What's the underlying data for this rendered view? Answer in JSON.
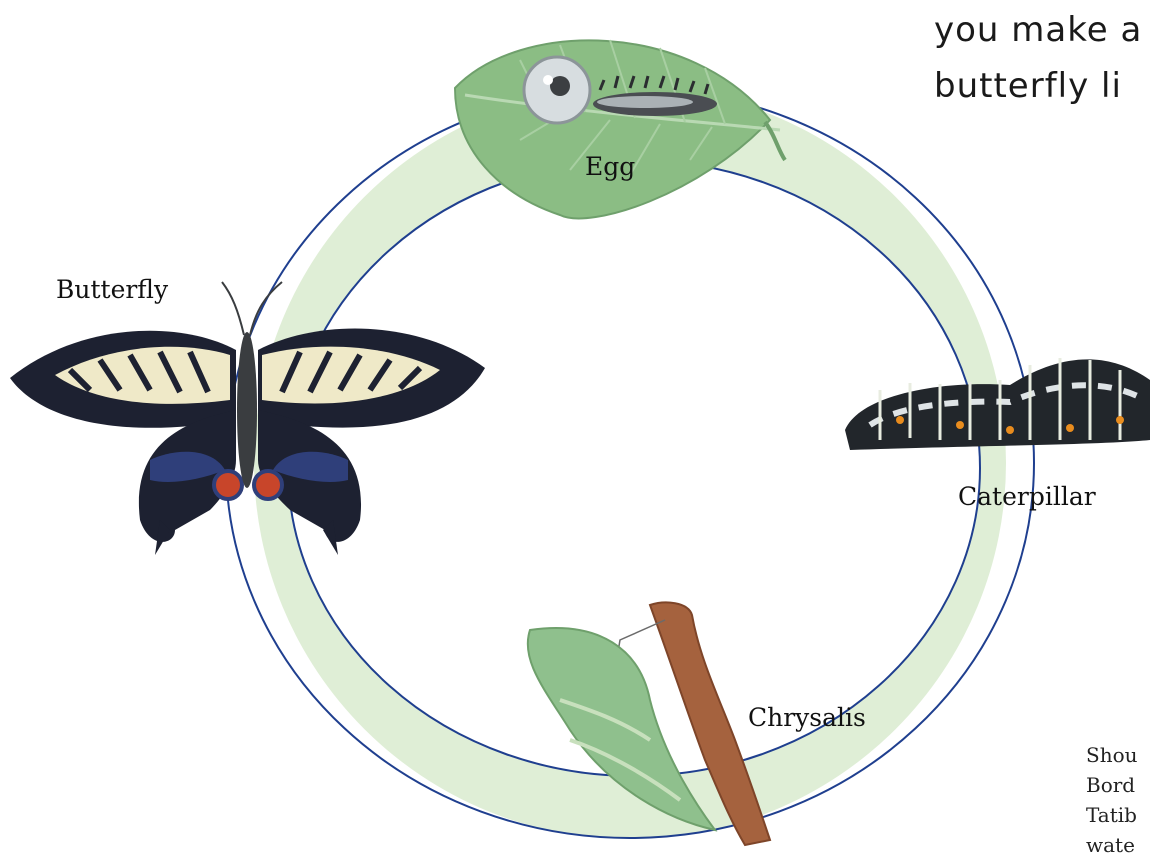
{
  "heading": {
    "line1": "you make a",
    "line2": "butterfly li"
  },
  "stages": {
    "egg": "Egg",
    "butterfly": "Butterfly",
    "caterpillar": "Caterpillar",
    "chrysalis": "Chrysalis"
  },
  "side_note": {
    "line1": "Shou",
    "line2": "Bord",
    "line3": "Tatib",
    "line4": "wate"
  },
  "colors": {
    "ring_fill": "#dfeed6",
    "ring_stroke": "#1f3f8f",
    "leaf": "#8bbd84",
    "butterfly_dark": "#1d2131",
    "butterfly_cream": "#efe9c8",
    "butterfly_blue": "#2f3f7a",
    "spot_red": "#c8452a",
    "stick": "#a5623e",
    "chrysalis": "#8fc08d"
  }
}
